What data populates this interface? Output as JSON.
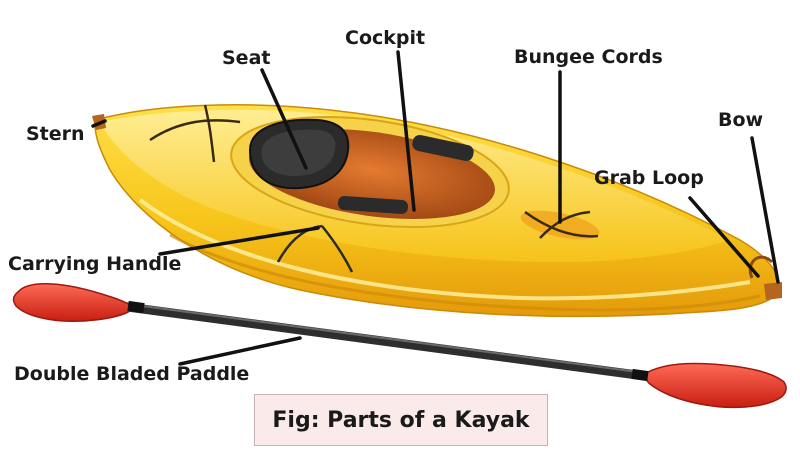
{
  "labels": {
    "seat": "Seat",
    "cockpit": "Cockpit",
    "bungee_cords": "Bungee Cords",
    "stern": "Stern",
    "bow": "Bow",
    "grab_loop": "Grab Loop",
    "carrying_handle": "Carrying Handle",
    "double_bladed_paddle": "Double Bladed Paddle"
  },
  "caption": "Fig: Parts of a Kayak",
  "colors": {
    "hull_yellow": "#f7c51a",
    "hull_shadow": "#e8a20c",
    "cockpit_brown": "#b45a1c",
    "seat_black": "#2b2b2b",
    "paddle_red": "#e23a2a",
    "shaft_dark": "#2e2e2e"
  }
}
